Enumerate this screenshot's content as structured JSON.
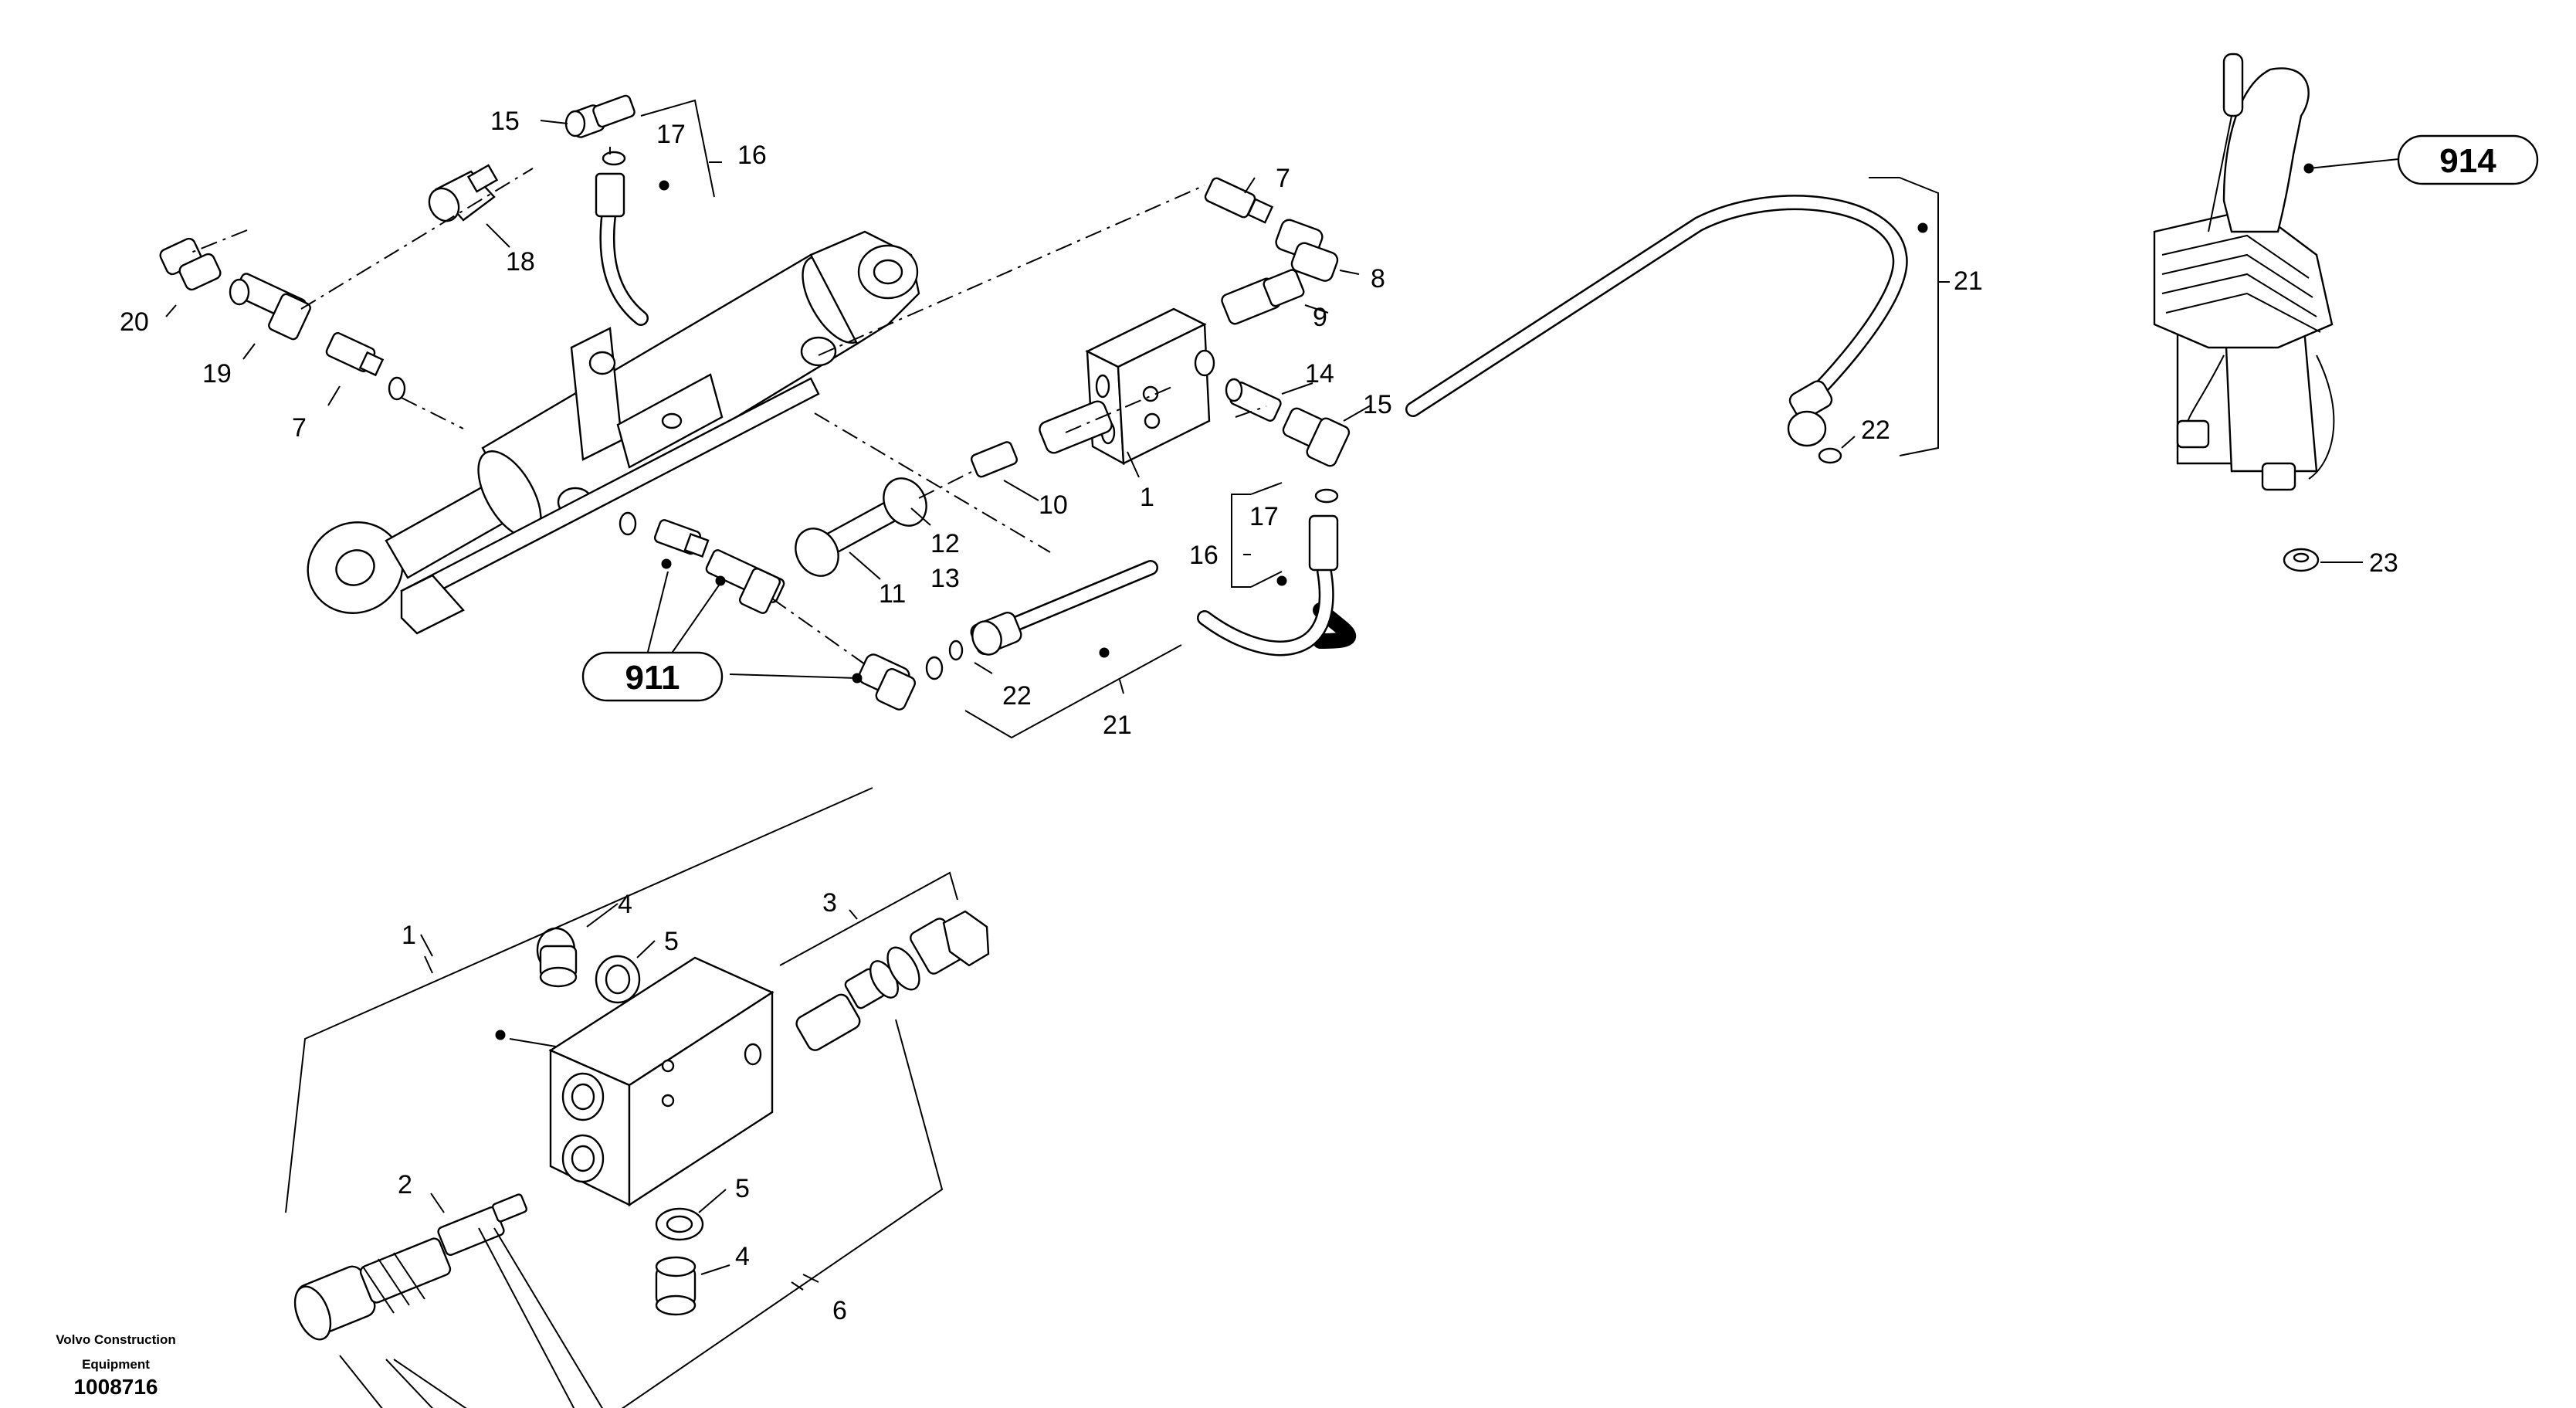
{
  "diagram": {
    "callouts": {
      "c15a": "15",
      "c17a": "17",
      "c16a": "16",
      "c18": "18",
      "c20": "20",
      "c19": "19",
      "c7a": "7",
      "c7b": "7",
      "c8": "8",
      "c9": "9",
      "c14": "14",
      "c15b": "15",
      "c10": "10",
      "c1a": "1",
      "c12": "12",
      "c13": "13",
      "c11": "11",
      "c16b": "16",
      "c17b": "17",
      "c22a": "22",
      "c21a": "21",
      "c21b": "21",
      "c22b": "22",
      "c23": "23",
      "c4a": "4",
      "c5a": "5",
      "c3": "3",
      "c1b": "1",
      "c2": "2",
      "c5b": "5",
      "c4b": "4",
      "c6": "6"
    },
    "groups": {
      "g911": "911",
      "g914": "914"
    }
  },
  "footer": {
    "brand_line1": "Volvo Construction",
    "brand_line2": "Equipment",
    "drawing_number": "1008716"
  }
}
